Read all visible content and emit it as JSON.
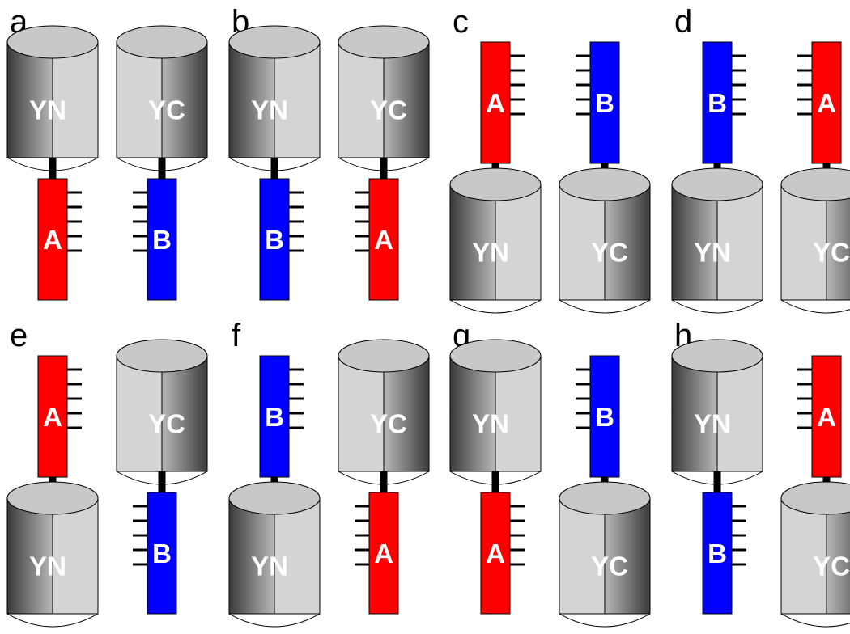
{
  "colors": {
    "protein_a": "#ff0000",
    "protein_b": "#0000ff",
    "linker": "#000000",
    "cyl_dark": "#4a4a4a",
    "cyl_light": "#d4d4d4",
    "cyl_top": "#c8c8c8",
    "outline": "#000000"
  },
  "panels": [
    {
      "letter": "a",
      "left": {
        "top": {
          "kind": "cyl",
          "label": "YN",
          "variant": "yn"
        },
        "bottom": {
          "kind": "prot",
          "label": "A",
          "color": "red",
          "ticks": "right"
        }
      },
      "right": {
        "top": {
          "kind": "cyl",
          "label": "YC",
          "variant": "yc"
        },
        "bottom": {
          "kind": "prot",
          "label": "B",
          "color": "blue",
          "ticks": "left"
        }
      }
    },
    {
      "letter": "b",
      "left": {
        "top": {
          "kind": "cyl",
          "label": "YN",
          "variant": "yn"
        },
        "bottom": {
          "kind": "prot",
          "label": "B",
          "color": "blue",
          "ticks": "right"
        }
      },
      "right": {
        "top": {
          "kind": "cyl",
          "label": "YC",
          "variant": "yc"
        },
        "bottom": {
          "kind": "prot",
          "label": "A",
          "color": "red",
          "ticks": "left"
        }
      }
    },
    {
      "letter": "c",
      "left": {
        "top": {
          "kind": "prot",
          "label": "A",
          "color": "red",
          "ticks": "right"
        },
        "bottom": {
          "kind": "cyl",
          "label": "YN",
          "variant": "yn"
        }
      },
      "right": {
        "top": {
          "kind": "prot",
          "label": "B",
          "color": "blue",
          "ticks": "left"
        },
        "bottom": {
          "kind": "cyl",
          "label": "YC",
          "variant": "yc"
        }
      }
    },
    {
      "letter": "d",
      "left": {
        "top": {
          "kind": "prot",
          "label": "B",
          "color": "blue",
          "ticks": "right"
        },
        "bottom": {
          "kind": "cyl",
          "label": "YN",
          "variant": "yn"
        }
      },
      "right": {
        "top": {
          "kind": "prot",
          "label": "A",
          "color": "red",
          "ticks": "left"
        },
        "bottom": {
          "kind": "cyl",
          "label": "YC",
          "variant": "yc"
        }
      }
    },
    {
      "letter": "e",
      "left": {
        "top": {
          "kind": "prot",
          "label": "A",
          "color": "red",
          "ticks": "right"
        },
        "bottom": {
          "kind": "cyl",
          "label": "YN",
          "variant": "yn"
        }
      },
      "right": {
        "top": {
          "kind": "cyl",
          "label": "YC",
          "variant": "yc"
        },
        "bottom": {
          "kind": "prot",
          "label": "B",
          "color": "blue",
          "ticks": "left"
        }
      }
    },
    {
      "letter": "f",
      "left": {
        "top": {
          "kind": "prot",
          "label": "B",
          "color": "blue",
          "ticks": "right"
        },
        "bottom": {
          "kind": "cyl",
          "label": "YN",
          "variant": "yn"
        }
      },
      "right": {
        "top": {
          "kind": "cyl",
          "label": "YC",
          "variant": "yc"
        },
        "bottom": {
          "kind": "prot",
          "label": "A",
          "color": "red",
          "ticks": "left"
        }
      }
    },
    {
      "letter": "g",
      "left": {
        "top": {
          "kind": "cyl",
          "label": "YN",
          "variant": "yn"
        },
        "bottom": {
          "kind": "prot",
          "label": "A",
          "color": "red",
          "ticks": "right"
        }
      },
      "right": {
        "top": {
          "kind": "prot",
          "label": "B",
          "color": "blue",
          "ticks": "left"
        },
        "bottom": {
          "kind": "cyl",
          "label": "YC",
          "variant": "yc"
        }
      }
    },
    {
      "letter": "h",
      "left": {
        "top": {
          "kind": "cyl",
          "label": "YN",
          "variant": "yn"
        },
        "bottom": {
          "kind": "prot",
          "label": "B",
          "color": "blue",
          "ticks": "right"
        }
      },
      "right": {
        "top": {
          "kind": "prot",
          "label": "A",
          "color": "red",
          "ticks": "left"
        },
        "bottom": {
          "kind": "cyl",
          "label": "YC",
          "variant": "yc"
        }
      }
    }
  ]
}
